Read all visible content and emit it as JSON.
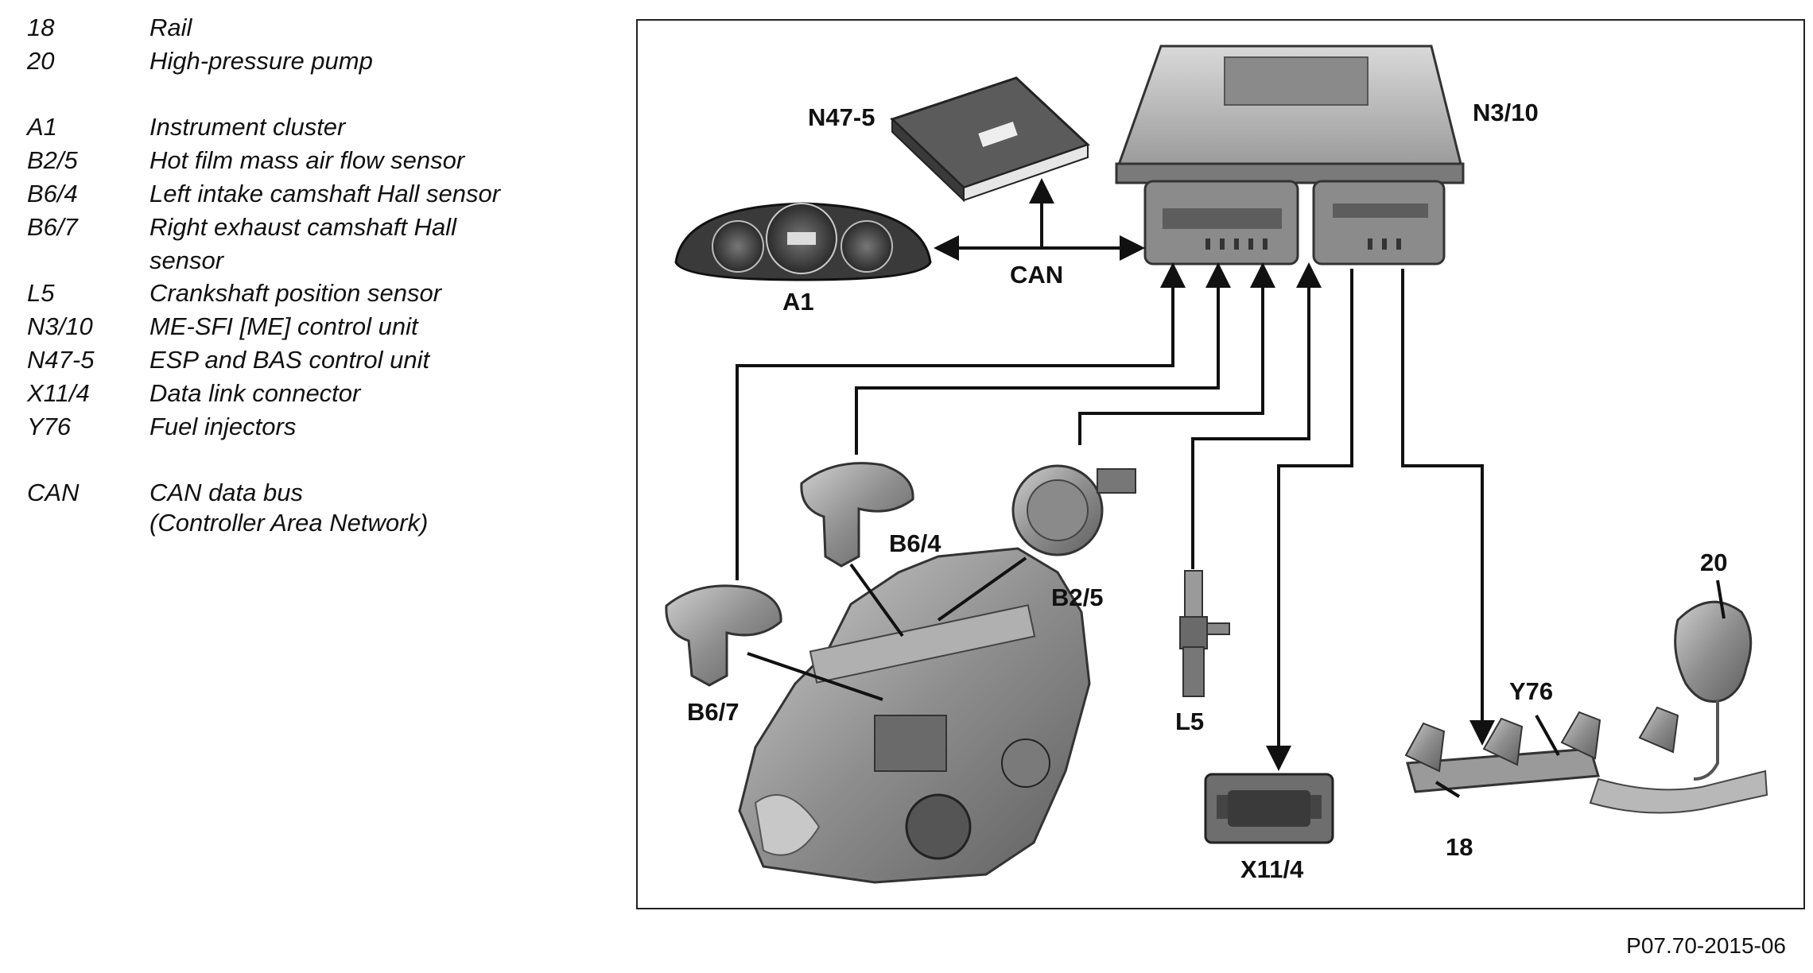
{
  "legend": [
    {
      "code": "18",
      "desc": "Rail"
    },
    {
      "code": "20",
      "desc": "High-pressure pump"
    },
    {
      "code": "A1",
      "desc": "Instrument cluster"
    },
    {
      "code": "B2/5",
      "desc": "Hot film mass air flow sensor"
    },
    {
      "code": "B6/4",
      "desc": "Left intake camshaft Hall sensor"
    },
    {
      "code": "B6/7",
      "desc": "Right exhaust camshaft Hall",
      "desc_cont": "sensor"
    },
    {
      "code": "L5",
      "desc": "Crankshaft position sensor"
    },
    {
      "code": "N3/10",
      "desc": "ME-SFI [ME] control unit"
    },
    {
      "code": "N47-5",
      "desc": "ESP and BAS control unit"
    },
    {
      "code": "X11/4",
      "desc": "Data link connector"
    },
    {
      "code": "Y76",
      "desc": "Fuel injectors"
    },
    {
      "code": "CAN",
      "desc": "CAN data bus",
      "desc_cont": "(Controller  Area  Network)"
    }
  ],
  "diagram_labels": {
    "n47": "N47-5",
    "n3": "N3/10",
    "a1": "A1",
    "can": "CAN",
    "b64": "B6/4",
    "b25": "B2/5",
    "b67": "B6/7",
    "l5": "L5",
    "x114": "X11/4",
    "y76": "Y76",
    "p20": "20",
    "p18": "18"
  },
  "reference": "P07.70-2015-06"
}
